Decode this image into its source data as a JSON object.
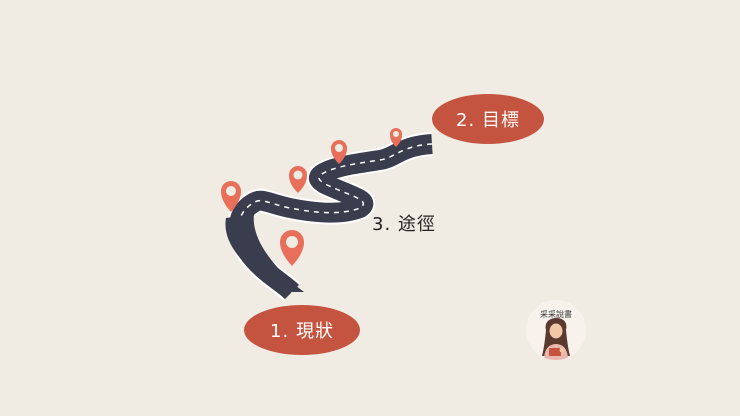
{
  "labels": {
    "goal": "2. 目標",
    "current": "1.  現狀",
    "path": "3. 途徑"
  },
  "logo": {
    "text": "采采說書"
  },
  "colors": {
    "background": "#f0ebe3",
    "accent": "#c4543f",
    "pin": "#e8705a",
    "road": "#3a3d4e",
    "road_edge": "#ffffff",
    "text": "#222222"
  },
  "icons": {
    "pin": "map-pin-icon",
    "road": "winding-road",
    "logo": "reader-avatar-icon"
  }
}
